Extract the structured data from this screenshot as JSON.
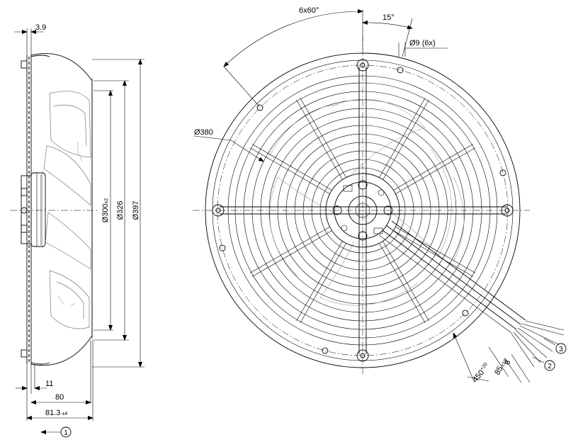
{
  "side_view": {
    "dim_top": "3.9",
    "dim_11": "11",
    "dim_80": "80",
    "dim_81_3": "81.3",
    "dim_81_3_tol": "±4",
    "dia_300": "Ø300",
    "dia_300_tol": "±2",
    "dia_326": "Ø326",
    "dia_397": "Ø397",
    "callout_1": "1"
  },
  "front_view": {
    "angle_pattern": "6x60°",
    "angle_15": "15°",
    "holes": "Ø9 (6x)",
    "dia_380": "Ø380",
    "dim_6": "6",
    "dim_85": "85",
    "dim_85_tol": "±10",
    "dim_450": "450",
    "dim_450_tol": "+20",
    "callout_2": "2",
    "callout_3": "3"
  }
}
